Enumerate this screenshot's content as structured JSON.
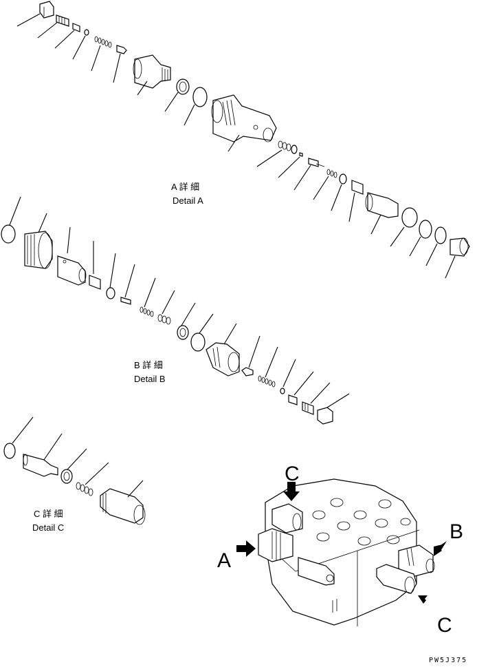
{
  "detail_a": {
    "jp": "A 詳 細",
    "en": "Detail A"
  },
  "detail_b": {
    "jp": "B 詳 細",
    "en": "Detail B"
  },
  "detail_c": {
    "jp": "C 詳 細",
    "en": "Detail C"
  },
  "view_letters": {
    "a": "A",
    "b": "B",
    "c_top": "C",
    "c_bottom": "C"
  },
  "drawing_code": "PW5J375"
}
